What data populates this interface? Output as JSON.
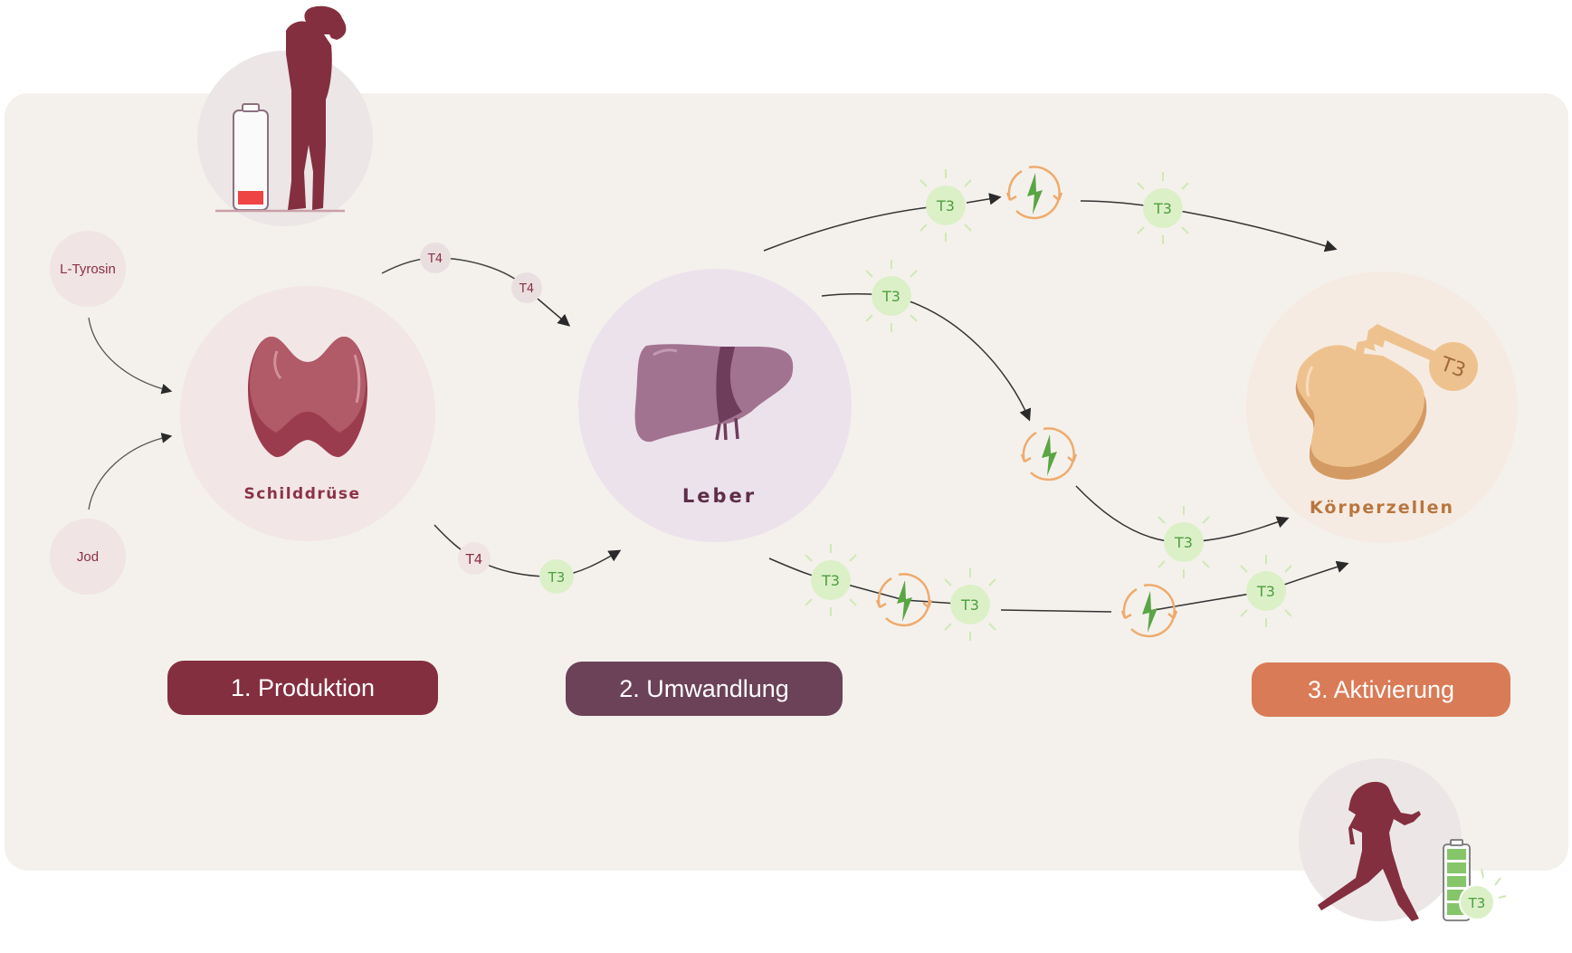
{
  "diagram": {
    "colors": {
      "card_background": "#f4f1ec",
      "thyroid_circle": "#f2e6e6",
      "liver_circle": "#ece2ec",
      "cell_circle": "#f6ebe2",
      "t4_badge": "#eedfe0",
      "t4_text": "#8a2f44",
      "t3_badge": "#dcf0c8",
      "t3_text": "#4d9e3f",
      "energy_ring": "#eeab6e",
      "energy_bolt": "#5aa544",
      "arrow": "#2a2a2a"
    },
    "inputs": [
      {
        "label": "L-Tyrosin"
      },
      {
        "label": "Jod"
      }
    ],
    "organs": {
      "thyroid": {
        "label": "Schilddrüse",
        "icon": "thyroid-icon"
      },
      "liver": {
        "label": "Leber",
        "icon": "liver-icon"
      },
      "cells": {
        "label": "Körperzellen",
        "icon": "cell-key-icon",
        "key_label": "T3"
      }
    },
    "hormones": {
      "t4": "T4",
      "t3": "T3"
    },
    "stages": [
      {
        "label": "1. Produktion",
        "color": "#832f40"
      },
      {
        "label": "2. Umwandlung",
        "color": "#6c4258"
      },
      {
        "label": "3. Aktivierung",
        "color": "#d97b56"
      }
    ],
    "states": {
      "tired": {
        "icon": "tired-person-icon",
        "battery": "battery-low-icon",
        "battery_level": 0.15
      },
      "energetic": {
        "icon": "running-person-icon",
        "battery": "battery-full-icon",
        "battery_level": 1.0,
        "badge": "T3"
      }
    }
  }
}
